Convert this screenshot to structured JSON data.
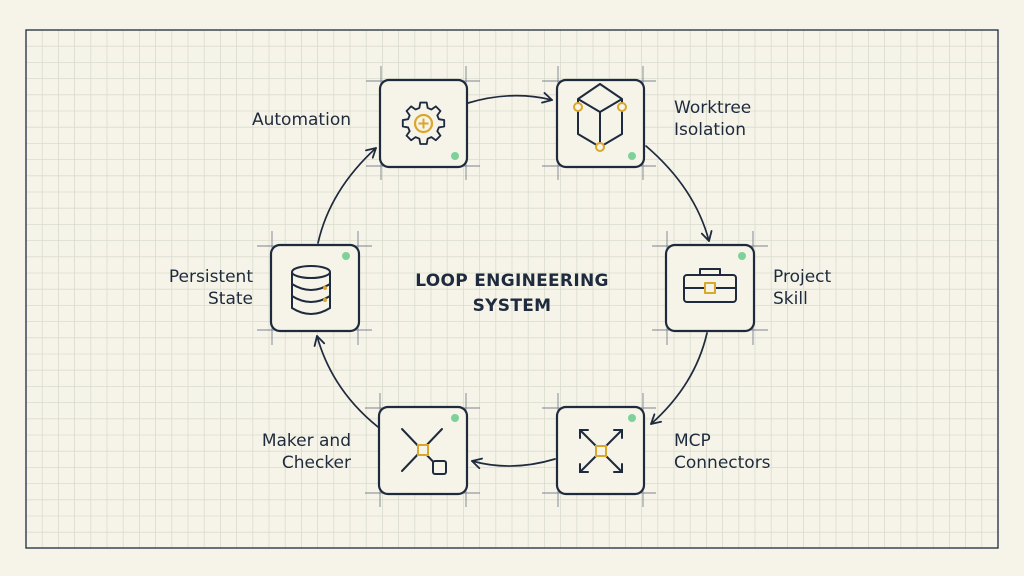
{
  "title": {
    "line1": "LOOP ENGINEERING",
    "line2": "SYSTEM"
  },
  "colors": {
    "background": "#f6f4e8",
    "grid": "#d9dccd",
    "ink": "#1e2a3d",
    "accent_gold": "#d9a72b",
    "status_green": "#7fd19a"
  },
  "nodes": [
    {
      "id": "automation",
      "icon": "gear-icon",
      "label_lines": [
        "Automation"
      ]
    },
    {
      "id": "worktree-isolation",
      "icon": "cube-icon",
      "label_lines": [
        "Worktree",
        "Isolation"
      ]
    },
    {
      "id": "project-skill",
      "icon": "briefcase-icon",
      "label_lines": [
        "Project",
        "Skill"
      ]
    },
    {
      "id": "mcp-connectors",
      "icon": "expand-arrows-icon",
      "label_lines": [
        "MCP",
        "Connectors"
      ]
    },
    {
      "id": "maker-and-checker",
      "icon": "node-link-icon",
      "label_lines": [
        "Maker and",
        "Checker"
      ]
    },
    {
      "id": "persistent-state",
      "icon": "database-icon",
      "label_lines": [
        "Persistent",
        "State"
      ]
    }
  ],
  "flow": [
    {
      "from": "automation",
      "to": "worktree-isolation"
    },
    {
      "from": "worktree-isolation",
      "to": "project-skill"
    },
    {
      "from": "project-skill",
      "to": "mcp-connectors"
    },
    {
      "from": "mcp-connectors",
      "to": "maker-and-checker"
    },
    {
      "from": "maker-and-checker",
      "to": "persistent-state"
    },
    {
      "from": "persistent-state",
      "to": "automation"
    }
  ]
}
